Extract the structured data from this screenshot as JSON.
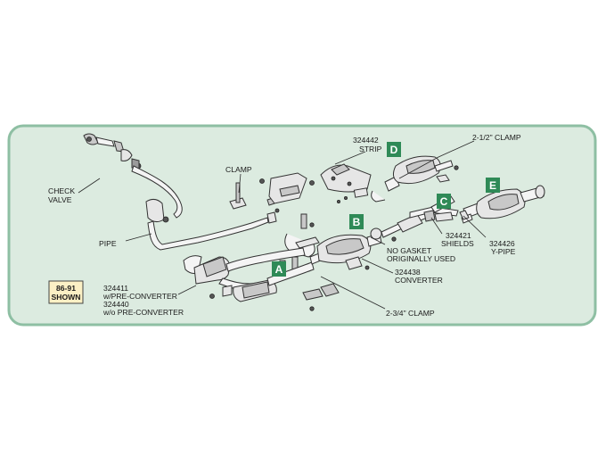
{
  "colors": {
    "panel_fill": "#dcebe0",
    "panel_border": "#8ebfa3",
    "badge": "#2f8a57",
    "year_box_fill": "#fbf0c5",
    "year_box_border": "#444444"
  },
  "badges": {
    "a": "A",
    "b": "B",
    "c": "C",
    "d": "D",
    "e": "E"
  },
  "year_box": {
    "line1": "86-91",
    "line2": "SHOWN"
  },
  "labels": {
    "check_valve_1": "CHECK",
    "check_valve_2": "VALVE",
    "pipe": "PIPE",
    "clamp": "CLAMP",
    "strip_num": "324442",
    "strip": "STRIP",
    "clamp_212": "2-1/2\" CLAMP",
    "converter_1": "324411",
    "converter_2": "w/PRE-CONVERTER",
    "converter_3": "324440",
    "converter_4": "w/o PRE-CONVERTER",
    "no_gasket_1": "NO GASKET",
    "no_gasket_2": "ORIGINALLY USED",
    "shields_num": "324421",
    "shields": "SHIELDS",
    "ypipe_num": "324426",
    "ypipe": "Y-PIPE",
    "conv_num": "324438",
    "conv": "CONVERTER",
    "clamp_234": "2-3/4\" CLAMP"
  }
}
